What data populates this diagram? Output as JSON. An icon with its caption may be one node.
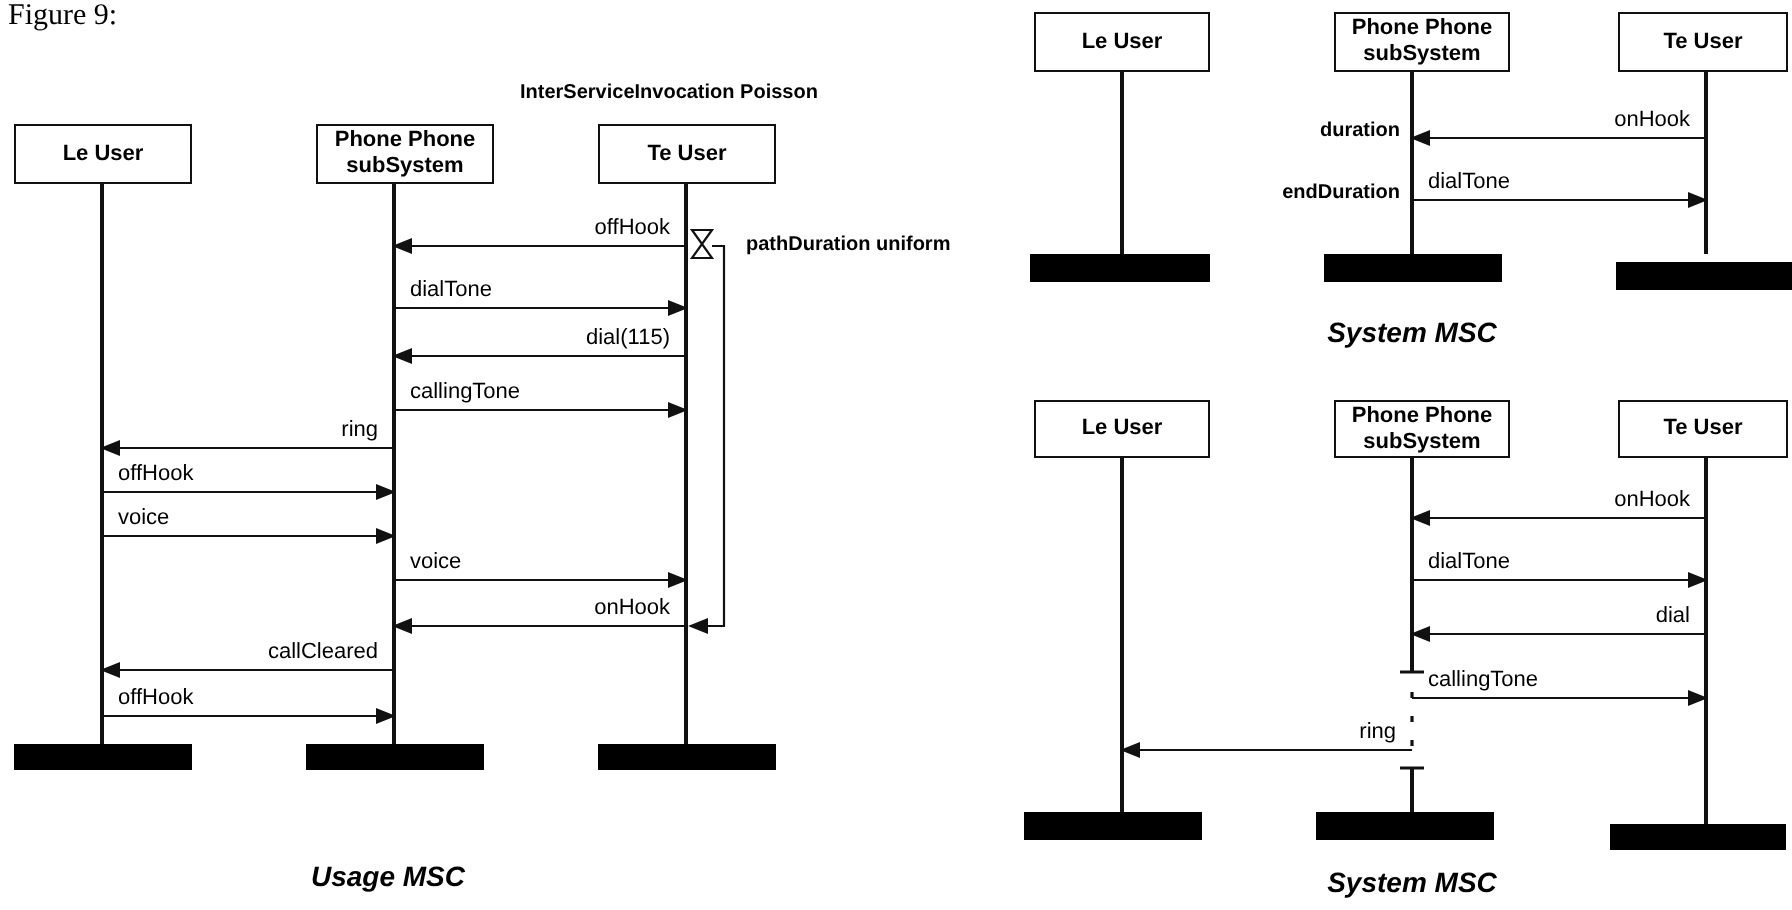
{
  "diagram": {
    "title": "Figure 9:",
    "nodes": [
      {
        "text": [
          "Le User"
        ]
      },
      {
        "text": [
          "Phone Phone subSystem"
        ]
      },
      {
        "text": [
          "Te User"
        ]
      },
      {
        "text": [],
        "shape": "bar"
      },
      {
        "text": [],
        "shape": "bar"
      },
      {
        "text": [],
        "shape": "bar"
      },
      {
        "text": [
          "Le User"
        ]
      },
      {
        "text": [
          "Phone Phone subSystem"
        ]
      },
      {
        "text": [
          "Te User"
        ]
      },
      {
        "text": [],
        "shape": "bar"
      },
      {
        "text": [],
        "shape": "bar"
      },
      {
        "text": [],
        "shape": "bar"
      },
      {
        "text": [
          "Le User"
        ]
      },
      {
        "text": [
          "Phone Phone subSystem"
        ]
      },
      {
        "text": [
          "Te User"
        ]
      },
      {
        "text": [],
        "shape": "bar"
      },
      {
        "text": [],
        "shape": "bar"
      },
      {
        "text": [],
        "shape": "bar"
      }
    ],
    "edges": [
      {
        "from": 2,
        "to": 1,
        "arrow": "to",
        "label": "offHook"
      },
      {
        "from": 1,
        "to": 2,
        "arrow": "to",
        "label": "dialTone"
      },
      {
        "from": 2,
        "to": 1,
        "arrow": "to",
        "label": "dial(115)"
      },
      {
        "from": 1,
        "to": 2,
        "arrow": "to",
        "label": "callingTone"
      },
      {
        "from": 1,
        "to": 0,
        "arrow": "to",
        "label": "ring"
      },
      {
        "from": 0,
        "to": 1,
        "arrow": "to",
        "label": "offHook"
      },
      {
        "from": 0,
        "to": 1,
        "arrow": "to",
        "label": "voice"
      },
      {
        "from": 1,
        "to": 2,
        "arrow": "to",
        "label": "voice"
      },
      {
        "from": 2,
        "to": 1,
        "arrow": "to",
        "label": "onHook"
      },
      {
        "from": 1,
        "to": 0,
        "arrow": "to",
        "label": "callCleared"
      },
      {
        "from": 0,
        "to": 1,
        "arrow": "to",
        "label": "offHook"
      },
      {
        "from": 8,
        "to": 7,
        "arrow": "to",
        "label": "onHook"
      },
      {
        "from": 7,
        "to": 8,
        "arrow": "to",
        "label": "dialTone"
      },
      {
        "from": 14,
        "to": 13,
        "arrow": "to",
        "label": "onHook"
      },
      {
        "from": 13,
        "to": 14,
        "arrow": "to",
        "label": "dialTone"
      },
      {
        "from": 14,
        "to": 13,
        "arrow": "to",
        "label": "dial"
      },
      {
        "from": 13,
        "to": 14,
        "arrow": "to",
        "label": "callingTone"
      },
      {
        "from": 13,
        "to": 12,
        "arrow": "to",
        "label": "ring"
      }
    ],
    "labels": [
      "InterServiceInvocation Poisson",
      "pathDuration uniform",
      "Usage MSC",
      "duration",
      "endDuration",
      "System MSC",
      "System MSC"
    ]
  }
}
